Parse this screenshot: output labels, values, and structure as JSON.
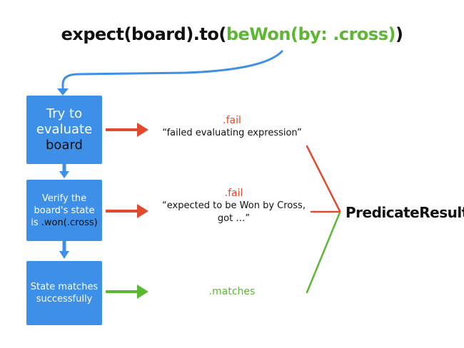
{
  "title": {
    "part1": "expect(board).to(",
    "part2": "beWon(by: .cross)",
    "part3": ")"
  },
  "steps": [
    {
      "line1": "Try to",
      "line2": "evaluate",
      "line3": "board"
    },
    {
      "line1": "Verify the",
      "line2": "board's state",
      "line3a": "is ",
      "line3b": ".won(.cross)"
    },
    {
      "line1": "State matches",
      "line2": "successfully"
    }
  ],
  "outcomes": [
    {
      "kind": ".fail",
      "line1": "“failed evaluating expression”"
    },
    {
      "kind": ".fail",
      "line1": "“expected to be Won by Cross,",
      "line2": "got …”"
    },
    {
      "kind": ".matches"
    }
  ],
  "result_label": "PredicateResult",
  "colors": {
    "box": "#3d8fe8",
    "fail": "#e04a2f",
    "success": "#5cb832",
    "title_highlight": "#5cb832"
  }
}
